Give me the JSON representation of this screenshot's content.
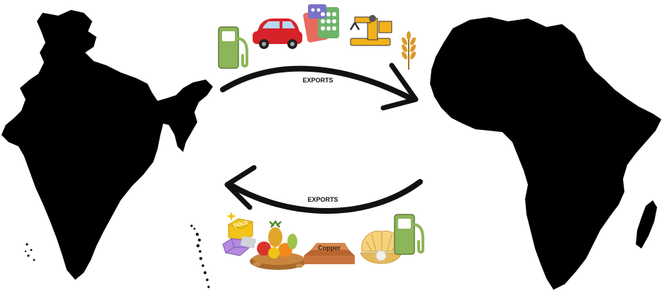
{
  "diagram": {
    "regions": [
      {
        "id": "india",
        "name": "India",
        "fill": "#000000"
      },
      {
        "id": "africa",
        "name": "Africa",
        "fill": "#000000"
      }
    ],
    "flows": [
      {
        "id": "india-to-africa",
        "label": "EXPORTS",
        "direction": "left-to-right",
        "items": [
          "fuel-pump-icon",
          "car-icon",
          "medicine-tablets-icon",
          "machinery-icon",
          "wheat-icon"
        ]
      },
      {
        "id": "africa-to-india",
        "label": "EXPORTS",
        "direction": "right-to-left",
        "items": [
          "gold-icon",
          "gemstone-icon",
          "fruits-nuts-icon",
          "copper-bars-icon",
          "pearl-oyster-icon",
          "fuel-pump-icon"
        ]
      }
    ],
    "copper_label": "Copper",
    "gold_label": "GOLD"
  },
  "colors": {
    "land": "#000000",
    "fuel_green": "#8db55a",
    "car_red": "#d8222a",
    "gold": "#f2c318",
    "copper": "#c8743e",
    "machine_yellow": "#f3b21c",
    "wheat": "#d99a2b",
    "gem": "#b48be0",
    "pearl_shell": "#f6d27a"
  }
}
